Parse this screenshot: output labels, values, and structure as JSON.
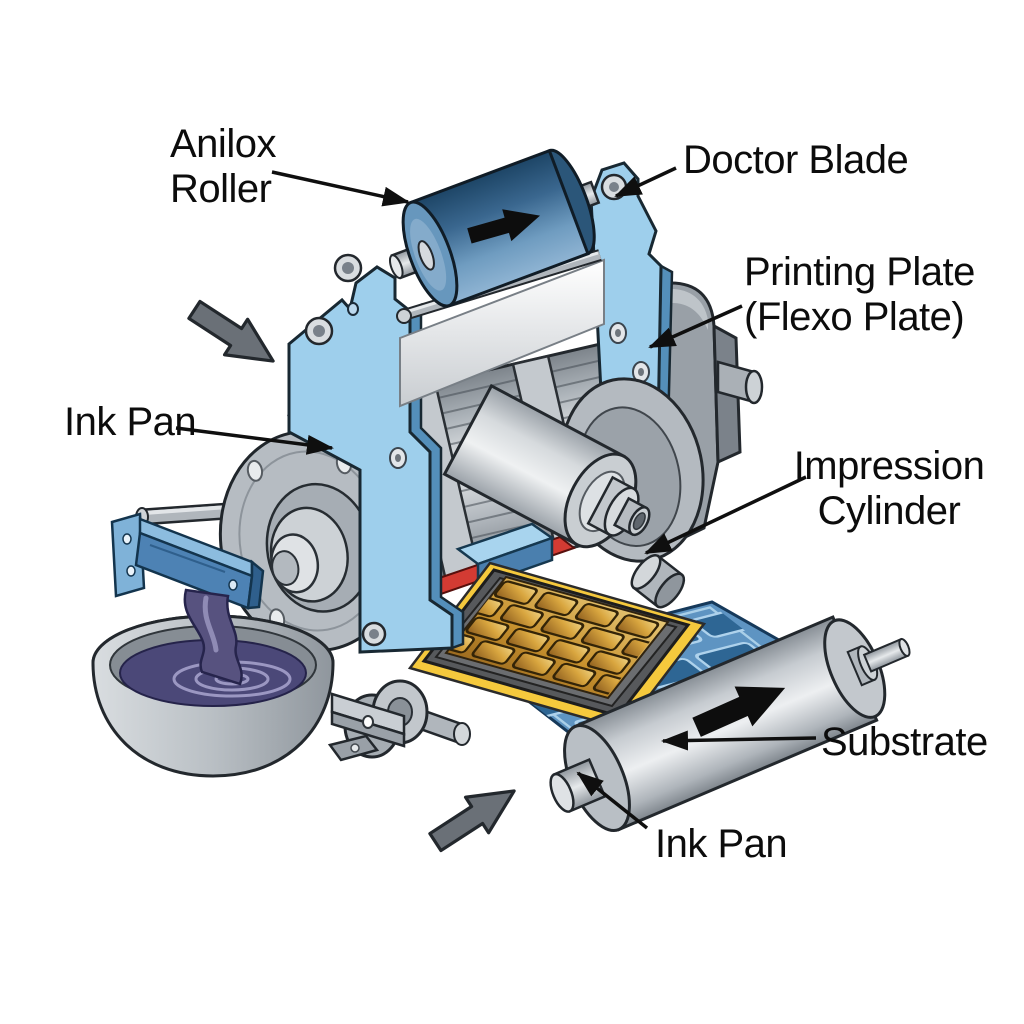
{
  "diagram": {
    "title_semantic": "flexographic-printing-press-diagram",
    "background": "#FFFFFF",
    "labels": {
      "anilox": {
        "l1": "Anilox",
        "l2": "Roller"
      },
      "doctor": {
        "l1": "Doctor Blade"
      },
      "plate": {
        "l1": "Printing Plate",
        "l2": "(Flexo Plate)"
      },
      "ink_pan_left": {
        "l1": "Ink Pan"
      },
      "impression": {
        "l1": "Impression",
        "l2": "Cylinder"
      },
      "substrate": {
        "l1": "Substrate"
      },
      "ink_pan_bottom": {
        "l1": "Ink Pan"
      }
    },
    "parts": [
      "anilox-roller",
      "doctor-blade-sheet",
      "plate-cylinder",
      "impression-cylinder",
      "left-flange-disc",
      "ink-arm",
      "ink-stream",
      "ink-pan-bowl",
      "printing-plate",
      "substrate-web",
      "substrate-roller",
      "motor-block",
      "frame-plate-left",
      "frame-plate-right",
      "guide-wheels"
    ],
    "colors": {
      "frame_blue": "#9ECFEC",
      "frame_blue_dark": "#548FBA",
      "anilox_blue": "#3F6F99",
      "steel_light": "#E8EAEC",
      "steel": "#B3B9BF",
      "steel_dark": "#7C838A",
      "ink_purple": "#4B4878",
      "plate_gold": "#D9A63F",
      "mat_yellow": "#F5C93D",
      "stripe_red": "#D33B33",
      "web_blue": "#5E94C2",
      "web_panel_blue": "#2E6694",
      "arm_blue": "#4D82B4",
      "label_black": "#0C0C0C",
      "flow_arrow_gray": "#6A7077"
    }
  }
}
